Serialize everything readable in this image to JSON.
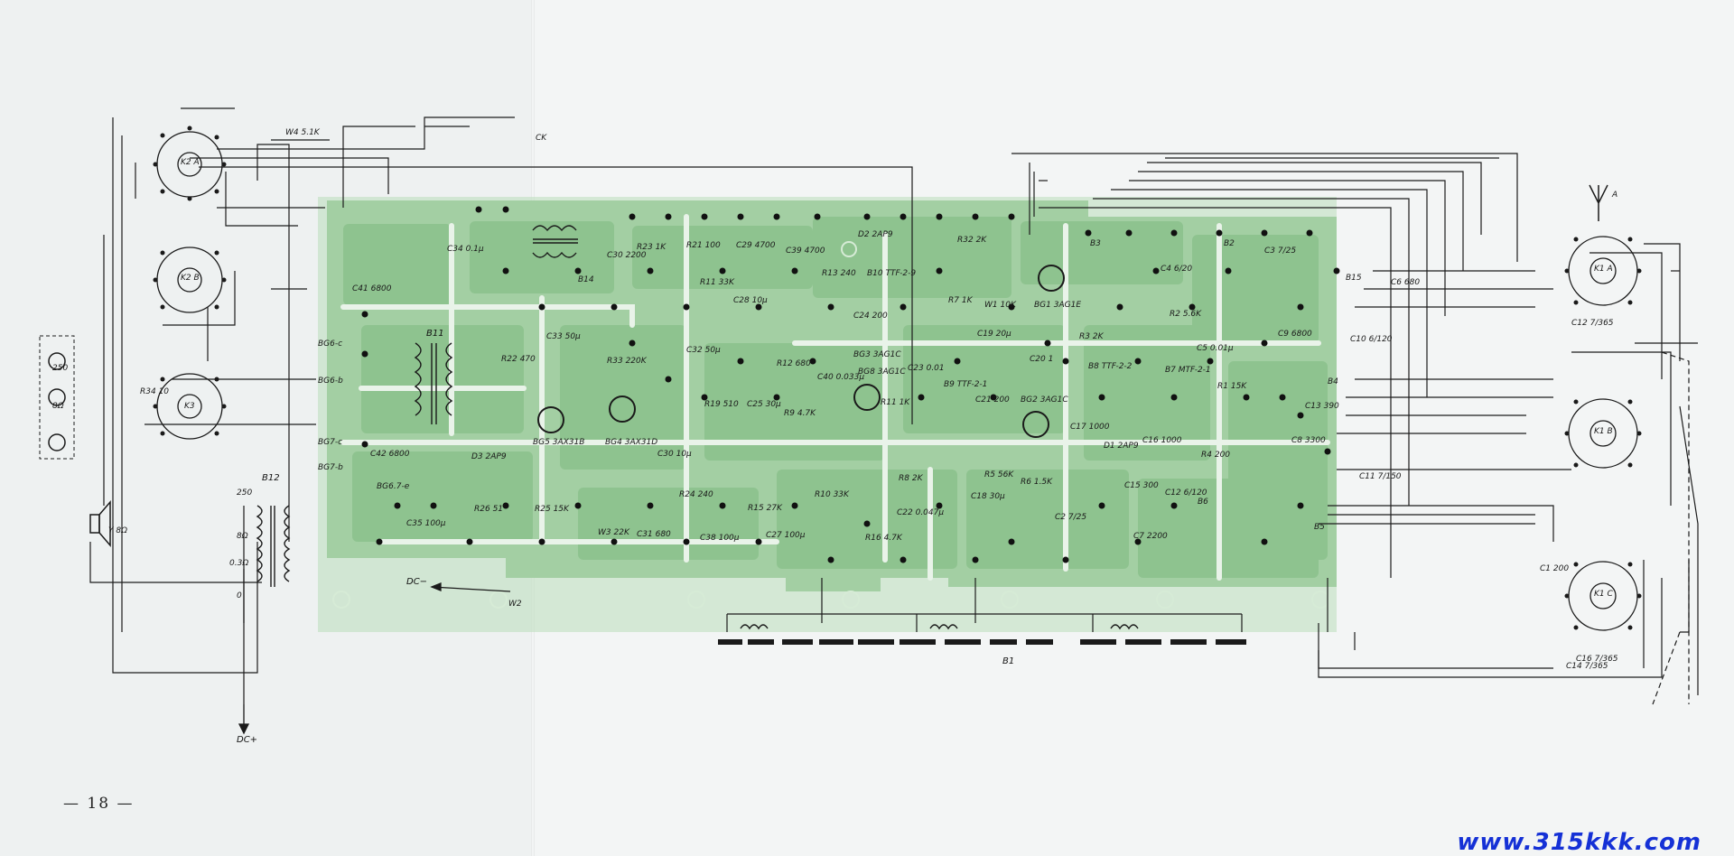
{
  "page_number": "— 18 —",
  "watermark": "www.315kkk.com",
  "board_label": "B1",
  "colors": {
    "board": "#a8d2a8",
    "board_dark": "#7fb886",
    "trace": "#1a1a1a",
    "watermark": "#1531d6"
  },
  "components": [
    {
      "id": "R32",
      "label": "R32 2K"
    },
    {
      "id": "D2",
      "label": "D2 2AP9"
    },
    {
      "id": "B3",
      "label": "B3"
    },
    {
      "id": "B2",
      "label": "B2"
    },
    {
      "id": "C3",
      "label": "C3 7/25"
    },
    {
      "id": "C4",
      "label": "C4 6/20"
    },
    {
      "id": "B15",
      "label": "B15"
    },
    {
      "id": "C6",
      "label": "C6 680"
    },
    {
      "id": "C9",
      "label": "C9 6800"
    },
    {
      "id": "C10",
      "label": "C10 6/120"
    },
    {
      "id": "C12",
      "label": "C12 7/365"
    },
    {
      "id": "R23",
      "label": "R23 1K"
    },
    {
      "id": "C30",
      "label": "C30 2200"
    },
    {
      "id": "R21",
      "label": "R21 100"
    },
    {
      "id": "C29",
      "label": "C29 4700"
    },
    {
      "id": "C28",
      "label": "C28 10μ"
    },
    {
      "id": "C39",
      "label": "C39 4700"
    },
    {
      "id": "R11",
      "label": "R11 33K"
    },
    {
      "id": "R13",
      "label": "R13 240"
    },
    {
      "id": "B10",
      "label": "B10 TTF-2-9"
    },
    {
      "id": "C24",
      "label": "C24 200"
    },
    {
      "id": "BG3",
      "label": "BG3 3AG1C"
    },
    {
      "id": "R7",
      "label": "R7 1K"
    },
    {
      "id": "W1",
      "label": "W1 10K"
    },
    {
      "id": "BG1",
      "label": "BG1 3AG1E"
    },
    {
      "id": "C19",
      "label": "C19 20μ"
    },
    {
      "id": "R3",
      "label": "R3 2K"
    },
    {
      "id": "R2",
      "label": "R2 5.6K"
    },
    {
      "id": "C34",
      "label": "C34 0.1μ"
    },
    {
      "id": "C41",
      "label": "C41 6800"
    },
    {
      "id": "B14",
      "label": "B14"
    },
    {
      "id": "B11",
      "label": "B11"
    },
    {
      "id": "R22",
      "label": "R22 470"
    },
    {
      "id": "C33",
      "label": "C33 50μ"
    },
    {
      "id": "R33",
      "label": "R33 220K"
    },
    {
      "id": "C32",
      "label": "C32 50μ"
    },
    {
      "id": "C25",
      "label": "C25 30μ"
    },
    {
      "id": "R12",
      "label": "R12 680"
    },
    {
      "id": "C40",
      "label": "C40 0.033μ"
    },
    {
      "id": "R9",
      "label": "R9 4.7K"
    },
    {
      "id": "R19",
      "label": "R19 510"
    },
    {
      "id": "BG8",
      "label": "BG8 3AG1C"
    },
    {
      "id": "C23",
      "label": "C23 0.01"
    },
    {
      "id": "R11b",
      "label": "R11 1K"
    },
    {
      "id": "B9",
      "label": "B9 TTF-2-1"
    },
    {
      "id": "C21",
      "label": "C21 200"
    },
    {
      "id": "BG2",
      "label": "BG2 3AG1C"
    },
    {
      "id": "C20",
      "label": "C20 1"
    },
    {
      "id": "B8",
      "label": "B8 TTF-2-2"
    },
    {
      "id": "B7",
      "label": "B7 MTF-2-1"
    },
    {
      "id": "C5",
      "label": "C5 0.01μ"
    },
    {
      "id": "R1",
      "label": "R1 15K"
    },
    {
      "id": "B4",
      "label": "B4"
    },
    {
      "id": "C17",
      "label": "C17 1000"
    },
    {
      "id": "C16",
      "label": "C16 1000"
    },
    {
      "id": "C13",
      "label": "C13 390"
    },
    {
      "id": "C8",
      "label": "C8 3300"
    },
    {
      "id": "C11",
      "label": "C11 7/150"
    },
    {
      "id": "B5",
      "label": "B5"
    },
    {
      "id": "R4",
      "label": "R4 200"
    },
    {
      "id": "BG5",
      "label": "BG5 3AX31B"
    },
    {
      "id": "BG4",
      "label": "BG4 3AX31D"
    },
    {
      "id": "C30b",
      "label": "C30 10μ"
    },
    {
      "id": "C42",
      "label": "C42 6800"
    },
    {
      "id": "D3",
      "label": "D3 2AP9"
    },
    {
      "id": "R26",
      "label": "R26 51"
    },
    {
      "id": "R25",
      "label": "R25 15K"
    },
    {
      "id": "W3",
      "label": "W3 22K"
    },
    {
      "id": "C31",
      "label": "C31 680"
    },
    {
      "id": "R24",
      "label": "R24 240"
    },
    {
      "id": "C38",
      "label": "C38 100μ"
    },
    {
      "id": "R15",
      "label": "R15 27K"
    },
    {
      "id": "C27",
      "label": "C27 100μ"
    },
    {
      "id": "R10",
      "label": "R10 33K"
    },
    {
      "id": "R8",
      "label": "R8 2K"
    },
    {
      "id": "C22",
      "label": "C22 0.047μ"
    },
    {
      "id": "R16",
      "label": "R16 4.7K"
    },
    {
      "id": "C18",
      "label": "C18 30μ"
    },
    {
      "id": "R5",
      "label": "R5 56K"
    },
    {
      "id": "R6",
      "label": "R6 1.5K"
    },
    {
      "id": "D1",
      "label": "D1 2AP9"
    },
    {
      "id": "C15",
      "label": "C15 300"
    },
    {
      "id": "C12b",
      "label": "C12 6/120"
    },
    {
      "id": "C2",
      "label": "C2 7/25"
    },
    {
      "id": "C7",
      "label": "C7 2200"
    },
    {
      "id": "B6",
      "label": "B6"
    },
    {
      "id": "C35",
      "label": "C35 100μ"
    },
    {
      "id": "W2",
      "label": "W2"
    },
    {
      "id": "B12",
      "label": "B12"
    },
    {
      "id": "R34",
      "label": "R34 10"
    },
    {
      "id": "W4",
      "label": "W4 5.1K"
    },
    {
      "id": "CK",
      "label": "CK"
    },
    {
      "id": "C14",
      "label": "C14 7/365"
    },
    {
      "id": "C1",
      "label": "C1 200"
    },
    {
      "id": "C16b",
      "label": "C16 7/365"
    },
    {
      "id": "C12c",
      "label": "C12 7/365"
    }
  ],
  "connectors": [
    {
      "id": "BG6-c",
      "label": "BG6-c"
    },
    {
      "id": "BG6-b",
      "label": "BG6-b"
    },
    {
      "id": "BG7-c",
      "label": "BG7-c"
    },
    {
      "id": "BG7-b",
      "label": "BG7-b"
    },
    {
      "id": "BG67-e",
      "label": "BG6.7-e"
    },
    {
      "id": "DC-",
      "label": "DC−"
    },
    {
      "id": "DC+",
      "label": "DC+"
    }
  ],
  "switches": [
    {
      "id": "K2-A",
      "label": "K2 A"
    },
    {
      "id": "K2-B",
      "label": "K2 B"
    },
    {
      "id": "K3",
      "label": "K3"
    },
    {
      "id": "K1-A",
      "label": "K1 A"
    },
    {
      "id": "K1-B",
      "label": "K1 B"
    },
    {
      "id": "K1-C",
      "label": "K1 C"
    }
  ],
  "speaker_jack": {
    "values": [
      "250",
      "8Ω",
      ""
    ]
  },
  "speaker": {
    "label": "Y 8Ω"
  },
  "transformer_taps": [
    "250",
    "8Ω",
    "0.3Ω",
    "0"
  ],
  "antenna_label": "A"
}
